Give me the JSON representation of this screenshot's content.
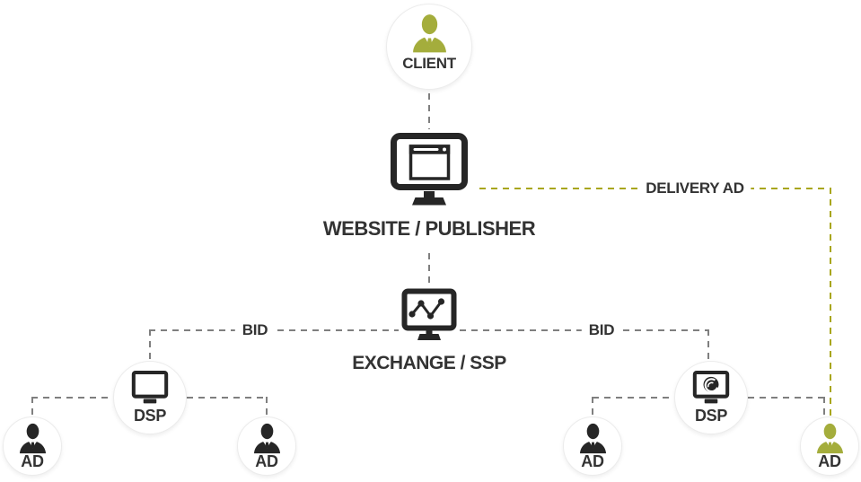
{
  "diagram": {
    "title_hint": "programmatic ad delivery flow",
    "nodes": {
      "client": {
        "label": "CLIENT",
        "icon": "businessman-icon"
      },
      "website": {
        "label": "WEBSITE / PUBLISHER",
        "icon": "browser-monitor-icon"
      },
      "exchange": {
        "label": "EXCHANGE / SSP",
        "icon": "chart-monitor-icon"
      },
      "dsp_left": {
        "label": "DSP",
        "icon": "monitor-icon"
      },
      "dsp_right": {
        "label": "DSP",
        "icon": "swirl-monitor-icon"
      },
      "ad_left_outer": {
        "label": "AD",
        "icon": "businessman-icon"
      },
      "ad_left_inner": {
        "label": "AD",
        "icon": "businessman-icon"
      },
      "ad_right_inner": {
        "label": "AD",
        "icon": "businessman-icon"
      },
      "ad_right_outer": {
        "label": "AD",
        "icon": "businessman-icon"
      }
    },
    "edges": {
      "delivery_ad": {
        "label": "DELIVERY AD",
        "style": "olive-dashed"
      },
      "bid_left": {
        "label": "BID",
        "style": "gray-dashed"
      },
      "bid_right": {
        "label": "BID",
        "style": "gray-dashed"
      }
    },
    "colors": {
      "accent_olive": "#a4ad3c",
      "accent_olive_line": "#a9a61c",
      "icon_dark": "#262626",
      "line_gray": "#7f7f7f",
      "text_dark": "#333333"
    }
  }
}
